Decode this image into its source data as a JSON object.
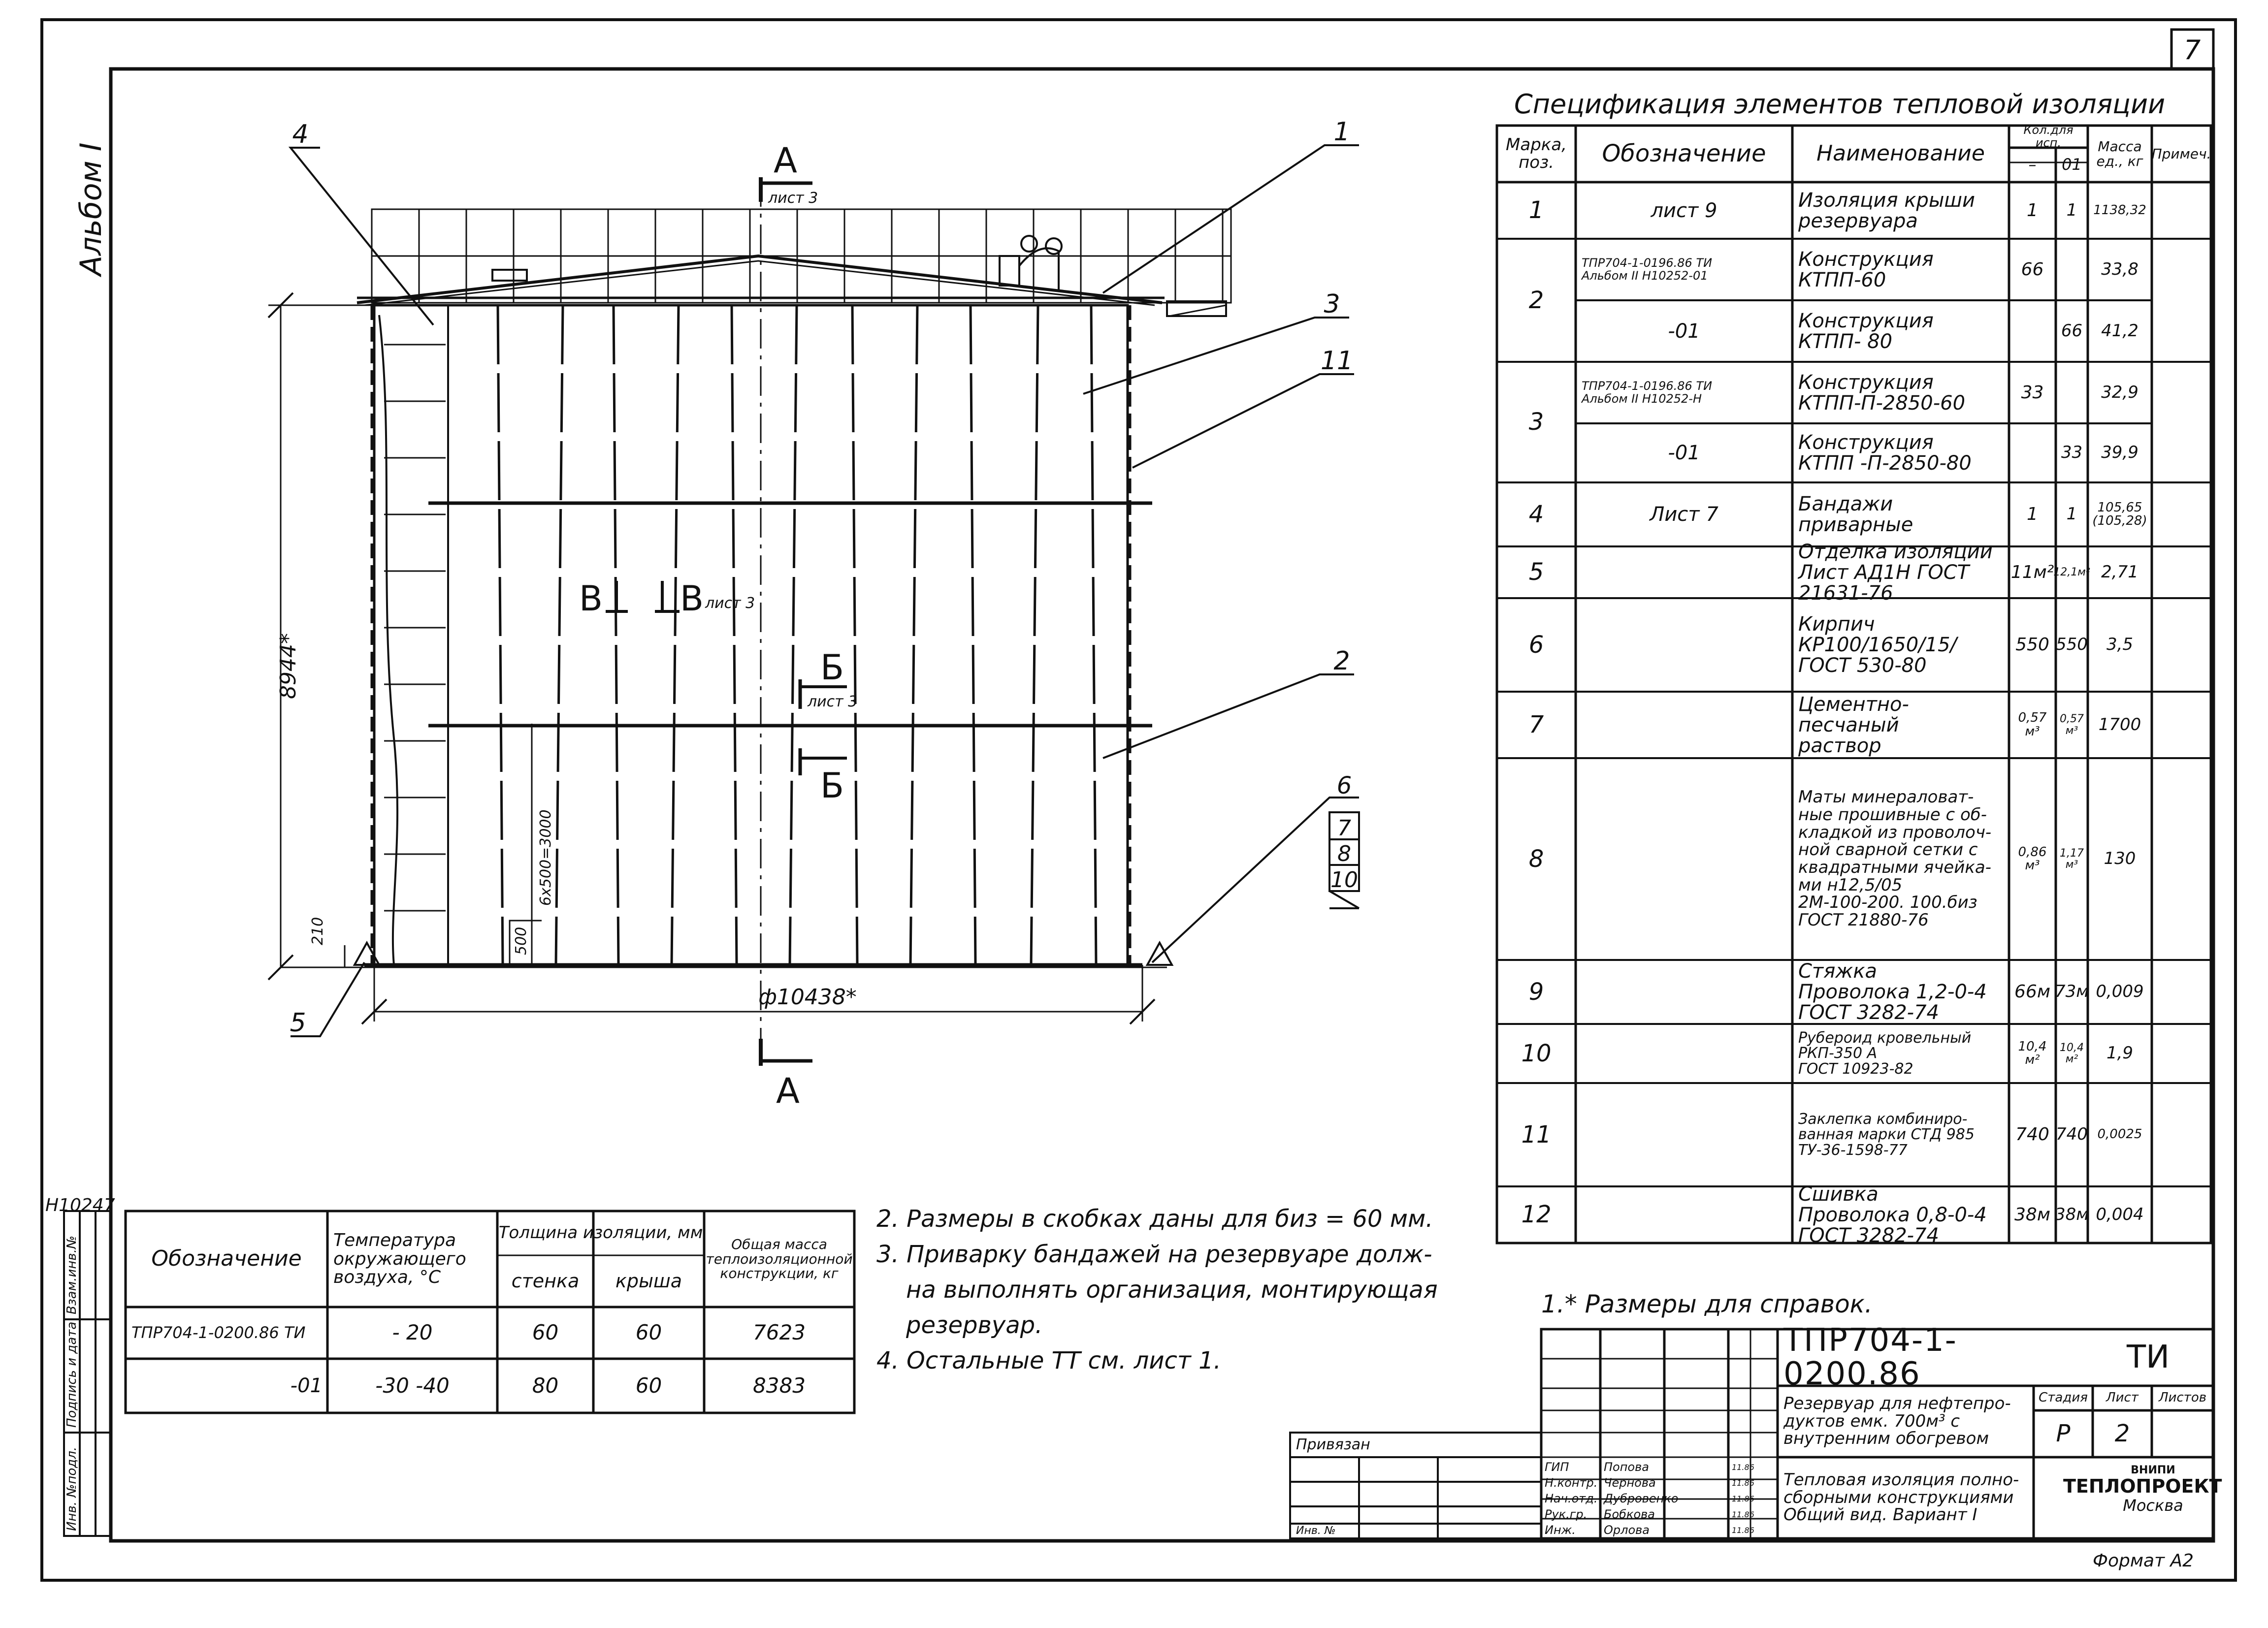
{
  "sheet_number": "7",
  "album_label": "Альбом I",
  "inventory_number": "Н10247",
  "stamp_labels": [
    "Инв. №подл.",
    "Подпись и дата",
    "Взам.инв.№"
  ],
  "drawing": {
    "callouts": [
      "1",
      "2",
      "3",
      "4",
      "5",
      "6",
      "7",
      "8",
      "10",
      "11"
    ],
    "section_a_letter": "A",
    "section_a_sheet": "лист 3",
    "section_b_letter": "Б",
    "section_b_sheet": "лист 3",
    "section_v_letter": "В",
    "section_v_sheet": "лист 3",
    "height_dim": "8944*",
    "diameter_dim": "ф10438*",
    "dim_210": "210",
    "dim_500": "500",
    "dim_6x500": "6x500=3000"
  },
  "spec": {
    "title": "Спецификация элементов тепловой изоляции",
    "headers": {
      "mark": "Марка, поз.",
      "designation": "Обозначение",
      "name": "Наименование",
      "qty": "Кол.для исп.",
      "qty_dash": "–",
      "qty_01": "01",
      "mass": "Масса ед., кг",
      "note": "Примеч."
    },
    "rows": [
      {
        "mark": "1",
        "lines": [
          {
            "designation": "лист 9",
            "name": "Изоляция крыши\nрезервуара",
            "q1": "1",
            "q2": "1",
            "mass": "1138,32"
          }
        ]
      },
      {
        "mark": "2",
        "lines": [
          {
            "designation": "ТПР704-1-0196.86 ТИ\nАльбом II Н10252-01",
            "name": "Конструкция\nКТПП-60",
            "q1": "66",
            "q2": "",
            "mass": "33,8"
          },
          {
            "designation": "-01",
            "name": "Конструкция\nКТПП- 80",
            "q1": "",
            "q2": "66",
            "mass": "41,2"
          }
        ]
      },
      {
        "mark": "3",
        "lines": [
          {
            "designation": "ТПР704-1-0196.86 ТИ\nАльбом II Н10252-Н",
            "name": "Конструкция\nКТПП-П-2850-60",
            "q1": "33",
            "q2": "",
            "mass": "32,9"
          },
          {
            "designation": "-01",
            "name": "Конструкция\nКТПП -П-2850-80",
            "q1": "",
            "q2": "33",
            "mass": "39,9"
          }
        ]
      },
      {
        "mark": "4",
        "lines": [
          {
            "designation": "Лист 7",
            "name": "Бандажи\nприварные",
            "q1": "1",
            "q2": "1",
            "mass": "105,65\n(105,28)"
          }
        ]
      },
      {
        "mark": "5",
        "lines": [
          {
            "designation": "",
            "name": "Отделка изоляции\nЛист АД1Н ГОСТ 21631-76",
            "q1": "11м²",
            "q2": "12,1м²",
            "mass": "2,71"
          }
        ]
      },
      {
        "mark": "6",
        "lines": [
          {
            "designation": "",
            "name": "Кирпич\nКР100/1650/15/\nГОСТ 530-80",
            "q1": "550",
            "q2": "550",
            "mass": "3,5"
          }
        ]
      },
      {
        "mark": "7",
        "lines": [
          {
            "designation": "",
            "name": "Цементно-песчаный\nраствор",
            "q1": "0,57\nм³",
            "q2": "0,57\nм³",
            "mass": "1700"
          }
        ]
      },
      {
        "mark": "8",
        "lines": [
          {
            "designation": "",
            "name": "Маты минераловат-\nные прошивные с об-\nкладкой из проволоч-\nной сварной сетки с\nквадратными ячейка-\nми н12,5/05\n2М-100-200. 100.биз\nГОСТ 21880-76",
            "q1": "0,86\nм³",
            "q2": "1,17\nм³",
            "mass": "130"
          }
        ]
      },
      {
        "mark": "9",
        "lines": [
          {
            "designation": "",
            "name": "Стяжка\nПроволока 1,2-0-4 ГОСТ 3282-74",
            "q1": "66м",
            "q2": "73м",
            "mass": "0,009"
          }
        ]
      },
      {
        "mark": "10",
        "lines": [
          {
            "designation": "",
            "name": "Рубероид кровельный\nРКП-350 А\nГОСТ 10923-82",
            "q1": "10,4\nм²",
            "q2": "10,4\nм²",
            "mass": "1,9"
          }
        ]
      },
      {
        "mark": "11",
        "lines": [
          {
            "designation": "",
            "name": "Заклепка комбиниро-\nванная марки СТД 985\nТУ-36-1598-77",
            "q1": "740",
            "q2": "740",
            "mass": "0,0025"
          }
        ]
      },
      {
        "mark": "12",
        "lines": [
          {
            "designation": "",
            "name": "Сшивка\nПроволока 0,8-0-4 ГОСТ 3282-74",
            "q1": "38м",
            "q2": "38м",
            "mass": "0,004"
          }
        ]
      }
    ]
  },
  "variants": {
    "headers": {
      "designation": "Обозначение",
      "temp": "Температура\nокружающего\nвоздуха, °С",
      "thickness": "Толщина изоляции, мм",
      "wall": "стенка",
      "roof": "крыша",
      "mass": "Общая масса\nтеплоизоляционной\nконструкции, кг"
    },
    "rows": [
      {
        "designation": "ТПР704-1-0200.86 ТИ",
        "temp": "- 20",
        "wall": "60",
        "roof": "60",
        "mass": "7623"
      },
      {
        "designation": "-01",
        "temp": "-30 -40",
        "wall": "80",
        "roof": "60",
        "mass": "8383"
      }
    ]
  },
  "notes": [
    "2. Размеры в скобках даны для биз = 60 мм.",
    "3. Приварку бандажей на резервуаре долж-",
    "на выполнять организация, монтирующая",
    "резервуар.",
    "4. Остальные ТТ см. лист 1."
  ],
  "note1": "1.* Размеры для справок.",
  "title_block": {
    "code": "ТПР704-1-0200.86",
    "doc_type": "ТИ",
    "object": "Резервуар для нефтепро-\nдуктов емк. 700м³ с\nвнутренним обогревом",
    "sheet_title": "Тепловая изоляция полно-\nсборными конструкциями\nОбщий вид. Вариант I",
    "stage_label": "Стадия",
    "sheet_label": "Лист",
    "sheets_label": "Листов",
    "stage": "Р",
    "sheet": "2",
    "org_small": "ВНИПИ",
    "org": "ТЕПЛОПРОЕКТ",
    "city": "Москва",
    "privyazan": "Привязан",
    "inv_no": "Инв. №",
    "staff": [
      {
        "role": "ГИП",
        "name": "Попова",
        "date": "11.86"
      },
      {
        "role": "Н.контр.",
        "name": "Чернова",
        "date": "11.86"
      },
      {
        "role": "Нач.отд.",
        "name": "Дубровенко",
        "date": "11.86"
      },
      {
        "role": "Рук.гр.",
        "name": "Бобкова",
        "date": "11.86"
      },
      {
        "role": "Инж.",
        "name": "Орлова",
        "date": "11.86"
      }
    ]
  },
  "format": "Формат А2"
}
